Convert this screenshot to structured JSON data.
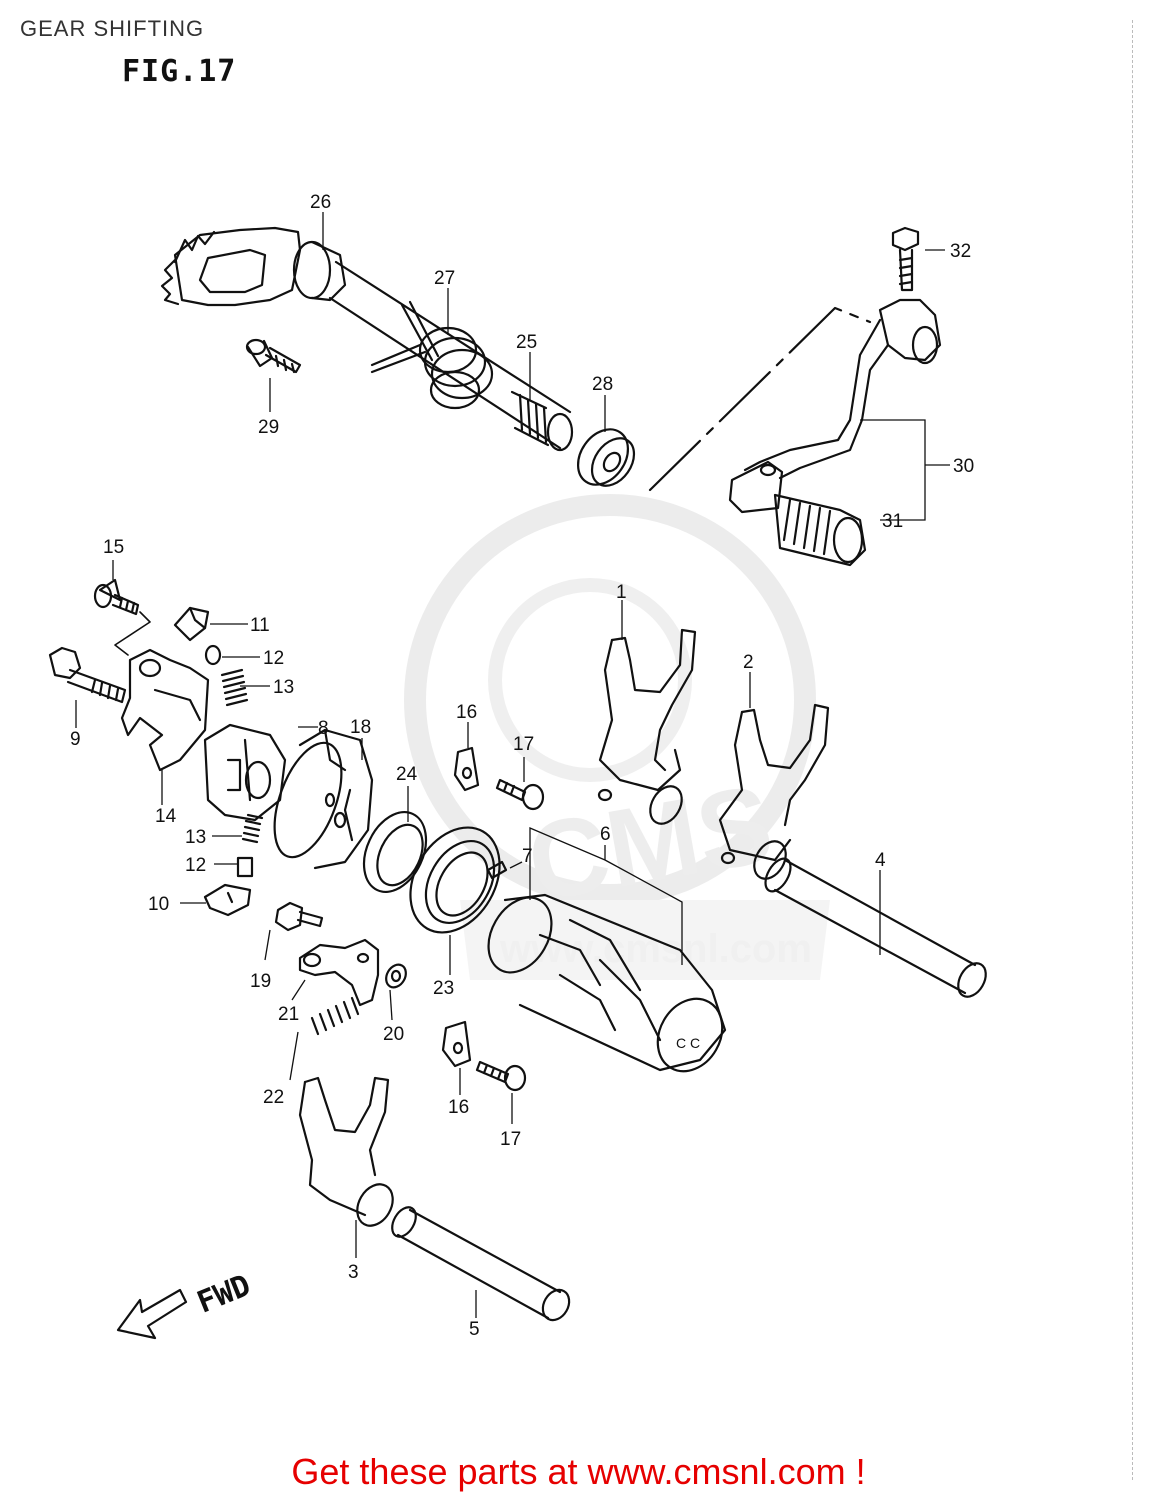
{
  "header": {
    "title": "GEAR SHIFTING",
    "figure": "FIG.17"
  },
  "watermark": {
    "text": "CMS",
    "url_text": "www.cmsnl.com"
  },
  "direction": {
    "label": "FWD"
  },
  "footer": {
    "text": "Get these parts at www.cmsnl.com !"
  },
  "colors": {
    "footer": "#e60000",
    "lines": "#111111",
    "watermark": "#e8e8e8"
  },
  "callouts": [
    "1",
    "2",
    "3",
    "4",
    "5",
    "6",
    "7",
    "8",
    "9",
    "10",
    "11",
    "12",
    "12",
    "13",
    "13",
    "14",
    "15",
    "16",
    "16",
    "17",
    "17",
    "18",
    "19",
    "20",
    "21",
    "22",
    "23",
    "24",
    "25",
    "26",
    "27",
    "28",
    "29",
    "30",
    "31",
    "32"
  ]
}
